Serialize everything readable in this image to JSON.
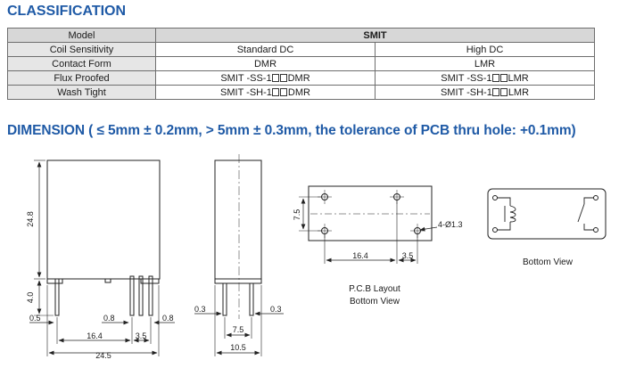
{
  "headings": {
    "classification": "CLASSIFICATION",
    "dimension": "DIMENSION ( ≤ 5mm ± 0.2mm, > 5mm ± 0.3mm, the tolerance of PCB thru hole: +0.1mm)"
  },
  "classification_table": {
    "model_label": "Model",
    "model_value": "SMIT",
    "rows": [
      {
        "label": "Coil Sensitivity",
        "a": "Standard DC",
        "b": "High DC"
      },
      {
        "label": "Contact Form",
        "a": "DMR",
        "b": "LMR"
      },
      {
        "label": "Flux Proofed",
        "a_prefix": "SMIT -SS-1",
        "a_suffix": "DMR",
        "b_prefix": "SMIT -SS-1",
        "b_suffix": "LMR"
      },
      {
        "label": "Wash Tight",
        "a_prefix": "SMIT -SH-1",
        "a_suffix": "DMR",
        "b_prefix": "SMIT -SH-1",
        "b_suffix": "LMR"
      }
    ]
  },
  "dimensions": {
    "front_height": "24.8",
    "front_pin_length": "4.0",
    "front_pin_width_left": "0.5",
    "front_pin_width_mid": "0.8",
    "front_pin_width_right": "0.8",
    "front_pin_span": "16.4",
    "front_pin_gap": "3.5",
    "front_width": "24.5",
    "side_pin_left": "0.3",
    "side_pin_right": "0.3",
    "side_pin_span": "7.5",
    "side_width": "10.5",
    "pcb_height": "7.5",
    "pcb_hole": "4-Ø1.3",
    "pcb_span": "16.4",
    "pcb_gap": "3.5"
  },
  "captions": {
    "pcb_line1": "P.C.B Layout",
    "pcb_line2": "Bottom View",
    "schematic": "Bottom View"
  }
}
